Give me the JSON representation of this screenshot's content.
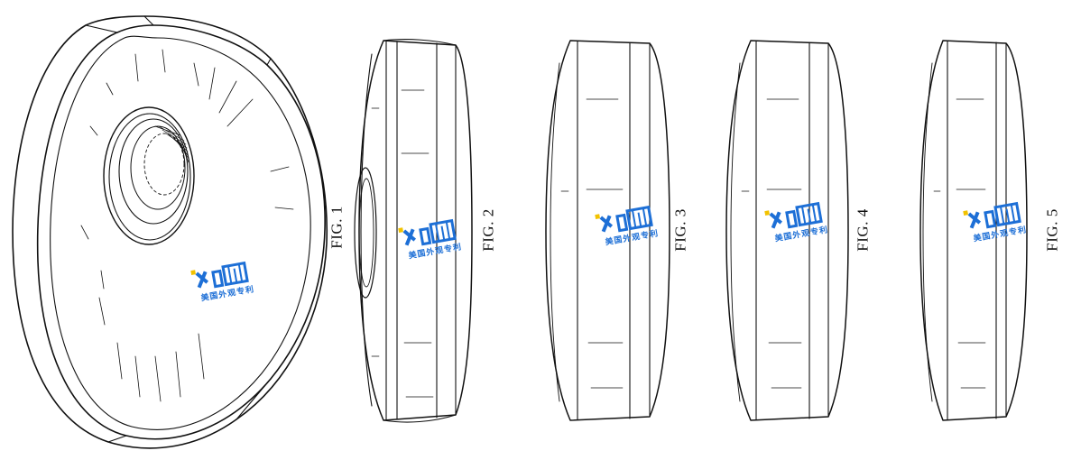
{
  "figures": [
    {
      "label": "FIG. 1"
    },
    {
      "label": "FIG. 2"
    },
    {
      "label": "FIG. 3"
    },
    {
      "label": "FIG. 4"
    },
    {
      "label": "FIG. 5"
    }
  ],
  "watermark": {
    "caption": "美国外观专利",
    "color": "#1d6fd6",
    "accent": "#f2c200",
    "icon": "patent-logo-icon"
  }
}
